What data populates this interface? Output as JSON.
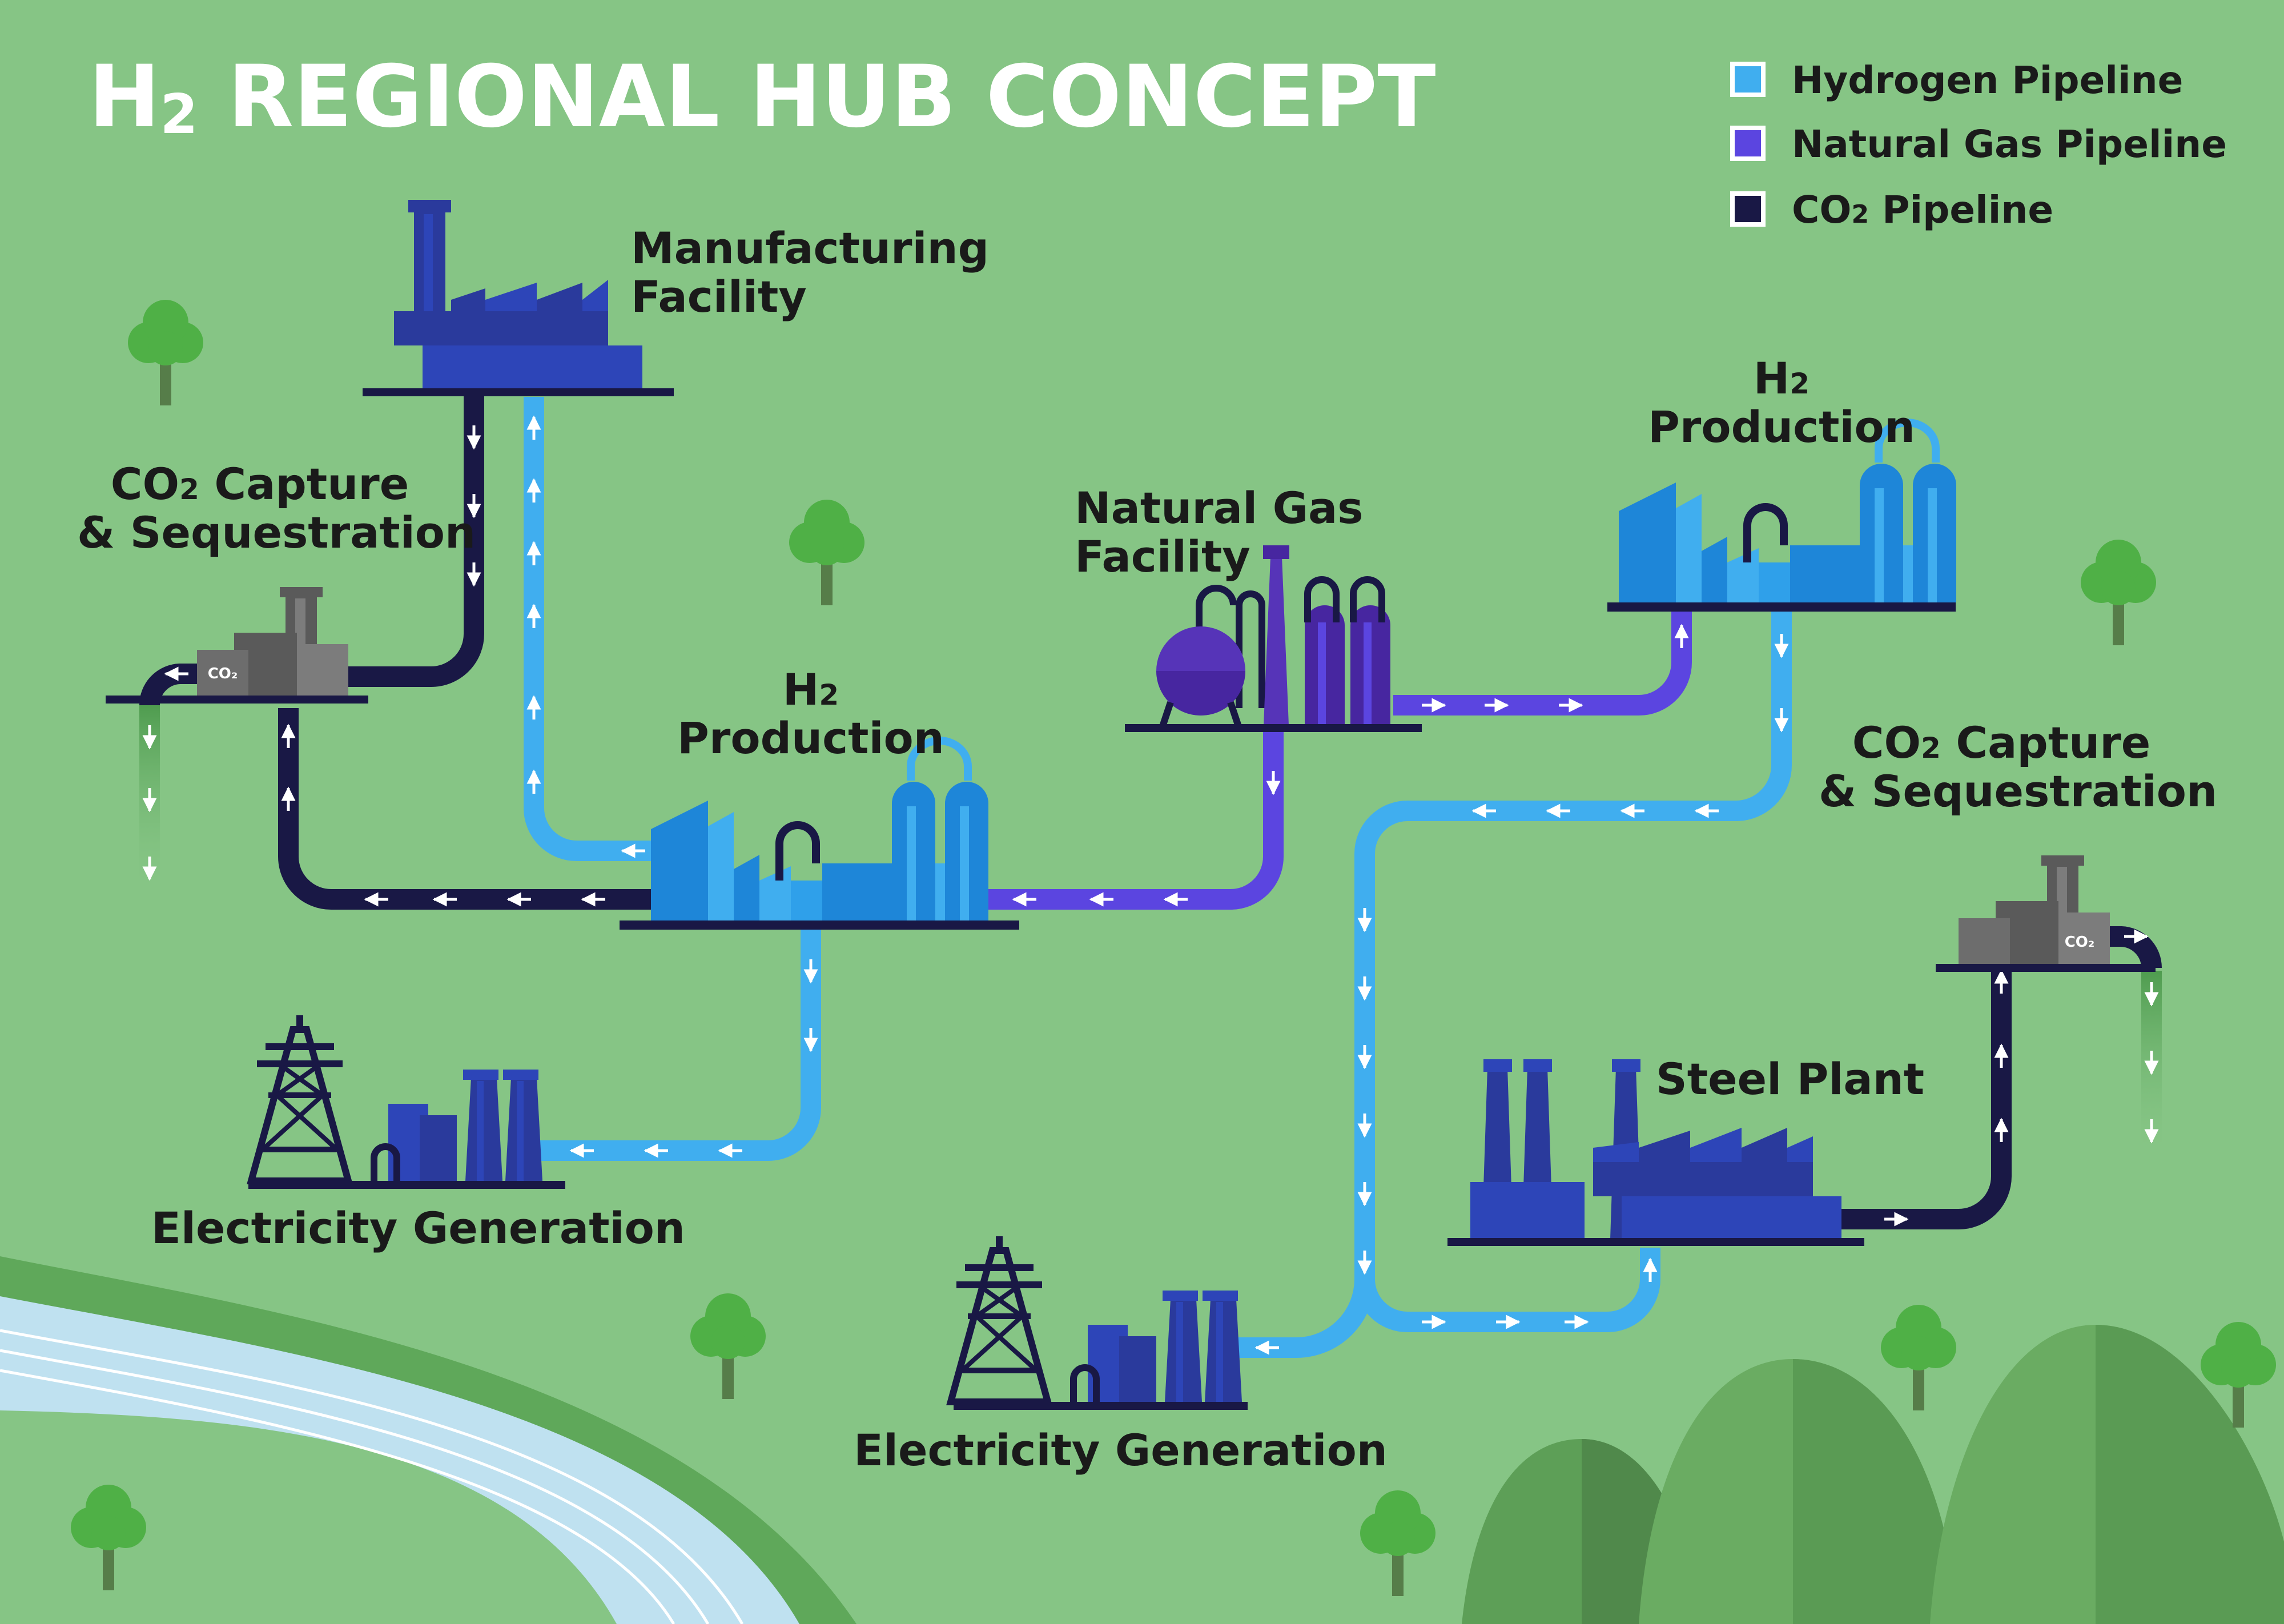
{
  "title": {
    "prefix": "H",
    "sub": "2",
    "rest": " REGIONAL HUB CONCEPT"
  },
  "legend": [
    {
      "text": "Hydrogen Pipeline",
      "sub": "",
      "after": "",
      "color": "#40aeef"
    },
    {
      "text": "Natural Gas Pipeline",
      "sub": "",
      "after": "",
      "color": "#5b45e0"
    },
    {
      "text": "CO",
      "sub": "2",
      "after": " Pipeline",
      "color": "#191845"
    }
  ],
  "labels": {
    "manufacturing": [
      "Manufacturing",
      "Facility"
    ],
    "co2_left": {
      "line1_pre": "CO",
      "line1_sub": "2",
      "line1_post": " Capture",
      "line2": "& Sequestration"
    },
    "h2_center": {
      "line1_pre": "H",
      "line1_sub": "2",
      "line2": "Production"
    },
    "natural_gas": [
      "Natural Gas",
      "Facility"
    ],
    "h2_right": {
      "line1_pre": "H",
      "line1_sub": "2",
      "line2": "Production"
    },
    "co2_right": {
      "line1_pre": "CO",
      "line1_sub": "2",
      "line1_post": " Capture",
      "line2": "& Sequestration"
    },
    "steel": "Steel Plant",
    "electricity_left": "Electricity Generation",
    "electricity_right": "Electricity Generation"
  },
  "co2_tag": "CO₂",
  "colors": {
    "background": "#86c585",
    "hydrogen": "#40aeef",
    "natural_gas": "#5b45e0",
    "co2": "#191845",
    "facility_dark": "#2a3a9c",
    "facility_mid": "#2d45b8",
    "h2_plant": "#1e86d8",
    "capture_gray": "#5a5a5a"
  },
  "icons": [
    "factory-icon",
    "tree-icon",
    "power-tower-icon",
    "cooling-tower-icon",
    "storage-tank-icon",
    "chimney-icon",
    "river-icon",
    "hill-icon"
  ]
}
